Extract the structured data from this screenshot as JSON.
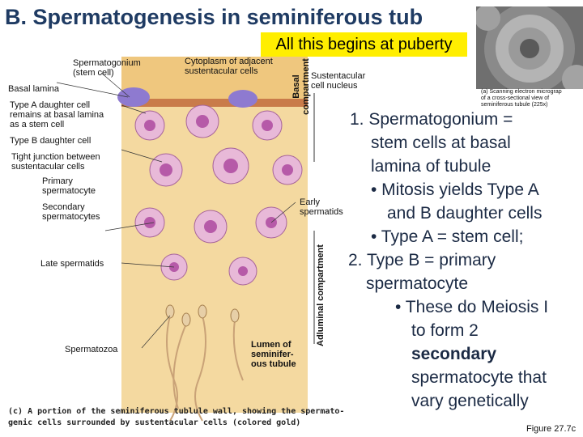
{
  "title": "B.  Spermatogenesis in seminiferous tub",
  "banner": "All this begins at puberty",
  "diagram_labels": {
    "spermatogonium": "Spermatogonium",
    "spermatogonium_sub": "(stem cell)",
    "basal_lamina": "Basal lamina",
    "cytoplasm_l1": "Cytoplasm of adjacent",
    "cytoplasm_l2": "sustentacular cells",
    "sust_nucleus_l1": "Sustentacular",
    "sust_nucleus_l2": "cell nucleus",
    "type_a_l1": "Type A daughter cell",
    "type_a_l2": "remains at basal lamina",
    "type_a_l3": "as a stem cell",
    "type_b": "Type B daughter cell",
    "tight_l1": "Tight junction between",
    "tight_l2": "sustentacular cells",
    "primary_l1": "Primary",
    "primary_l2": "spermatocyte",
    "secondary_l1": "Secondary",
    "secondary_l2": "spermatocytes",
    "early_l1": "Early",
    "early_l2": "spermatids",
    "late": "Late spermatids",
    "spermatozoa": "Spermatozoa",
    "lumen_l1": "Lumen of",
    "lumen_l2": "seminifer-",
    "lumen_l3": "ous tubule",
    "basal_comp_l1": "Basal",
    "basal_comp_l2": "compartment",
    "adluminal": "Adluminal compartment"
  },
  "micrograph_caption": {
    "l1": "(a) Scanning electron micrograp",
    "l2": "of a cross-sectional view of",
    "l3": "seminiferous tubule (225x)"
  },
  "notes": {
    "l1": "1. Spermatogonium =",
    "l2": "stem cells at basal",
    "l3": "lamina of tubule",
    "l4": "• Mitosis yields Type A",
    "l5": "and B daughter cells",
    "l6": "• Type A = stem cell;",
    "l7": "2. Type B = primary",
    "l8": "spermatocyte",
    "l9": "• These do Meiosis I",
    "l10": "to form 2",
    "l11": "secondary",
    "l12": "spermatocyte that",
    "l13": "vary genetically"
  },
  "caption": {
    "l1": "(c) A portion of the seminiferous tublule wall, showing the spermato-",
    "l2": "genic cells surrounded by sustentacular cells (colored gold)"
  },
  "figure_ref": "Figure 27.7c",
  "colors": {
    "title": "#1f3b63",
    "banner": "#ffee00",
    "tissue": "#f4d9a0",
    "cell": "#e8b9d8",
    "nucleus": "#b65aa8",
    "stem_cell": "#8e7ad0"
  }
}
